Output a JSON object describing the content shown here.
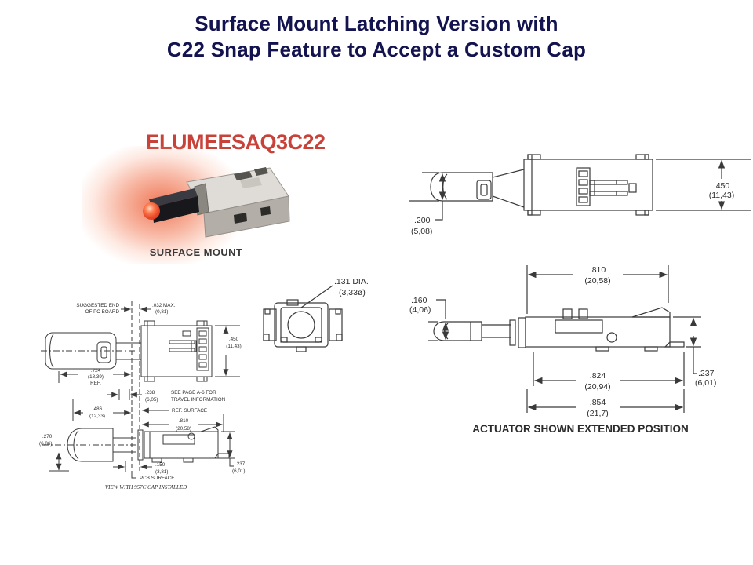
{
  "header": {
    "title_line1": "Surface Mount Latching Version with",
    "title_line2": "C22 Snap Feature to Accept a Custom Cap"
  },
  "product": {
    "part_number": "ELUMEESAQ3C22",
    "caption": "SURFACE MOUNT"
  },
  "side_view": {
    "dim_200": ".200",
    "dim_200_mm": "(5,08)",
    "dim_450": ".450",
    "dim_450_mm": "(11,43)"
  },
  "end_view": {
    "dia": ".131 DIA.",
    "dia_mm": "(3,33ø)"
  },
  "extended_view": {
    "dim_810": ".810",
    "dim_810_mm": "(20,58)",
    "dim_160": ".160",
    "dim_160_mm": "(4,06)",
    "dim_237": ".237",
    "dim_237_mm": "(6,01)",
    "dim_824": ".824",
    "dim_824_mm": "(20,94)",
    "dim_854": ".854",
    "dim_854_mm": "(21,7)",
    "caption": "ACTUATOR SHOWN EXTENDED POSITION"
  },
  "cap_view": {
    "pcb_note_line1": "SUGGESTED END",
    "pcb_note_line2": "OF PC BOARD",
    "dim_032": ".032 MAX.",
    "dim_032_mm": "(0,81)",
    "dim_450": ".450",
    "dim_450_mm": "(11,43)",
    "dim_724": ".724",
    "dim_724_mm": "(18,39)",
    "dim_724_ref": "REF.",
    "dim_238": ".238",
    "dim_238_mm": "(6,05)",
    "travel_note_line1": "SEE PAGE A-6 FOR",
    "travel_note_line2": "TRAVEL INFORMATION",
    "ref_surface": "REF. SURFACE",
    "dim_486": ".486",
    "dim_486_mm": "(12,33)",
    "dim_810": ".810",
    "dim_810_mm": "(20,58)",
    "dim_270": ".270",
    "dim_270_mm": "(6,86)",
    "dim_150": ".150",
    "dim_150_mm": "(3,81)",
    "pcb_surface": "PCB SURFACE",
    "dim_237": ".237",
    "dim_237_mm": "(6,01)",
    "caption": "VIEW WITH 957C CAP INSTALLED"
  }
}
